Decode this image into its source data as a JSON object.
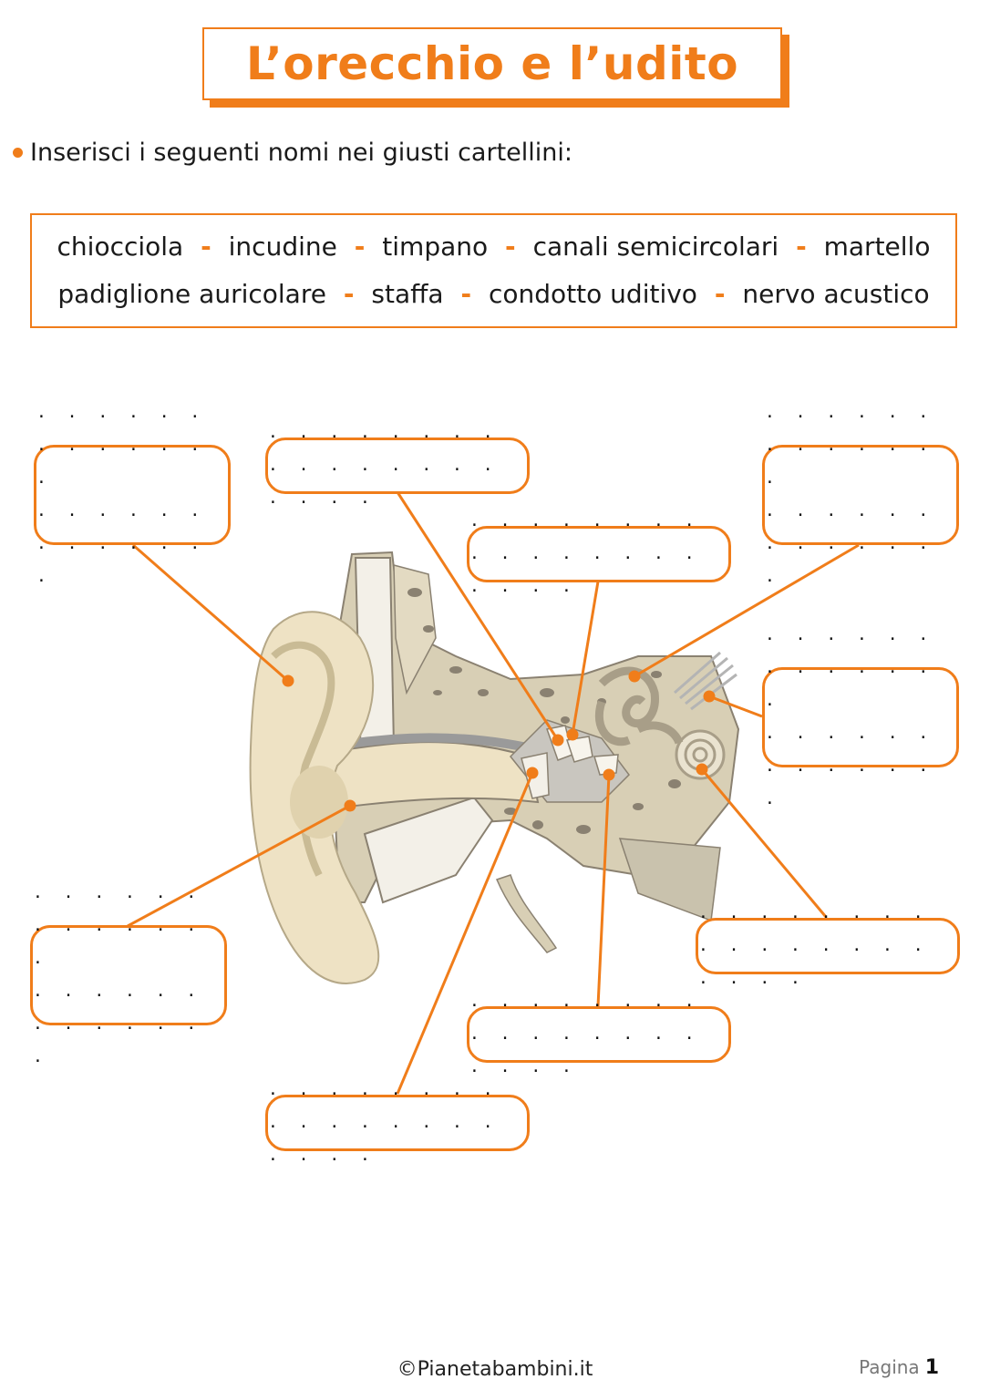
{
  "title": "L’orecchio e l’udito",
  "instruction": "Inserisci i seguenti nomi nei giusti cartellini:",
  "word_bank": {
    "separator": "-",
    "line1": [
      "chiocciola",
      "incudine",
      "timpano",
      "canali semicircolari",
      "martello"
    ],
    "line2": [
      "padiglione auricolare",
      "staffa",
      "condotto uditivo",
      "nervo acustico"
    ]
  },
  "label_boxes": {
    "dots_short": ". . . . . . . . . . . . .",
    "dots_long": ". . . . . . . . . . . . . . . . . . . ."
  },
  "footer": {
    "copyright": "©Pianetabambini.it",
    "page_label": "Pagina",
    "page_number": "1"
  },
  "colors": {
    "accent": "#f07d1a",
    "ear_skin": "#eee2c4",
    "bone": "#d8cfb5",
    "bone_dark": "#8a8171"
  }
}
